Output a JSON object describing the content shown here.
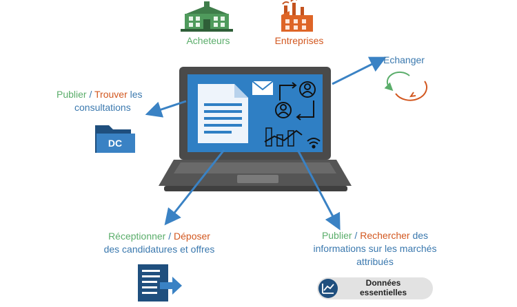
{
  "top": {
    "buyers_label": "Acheteurs",
    "companies_label": "Entreprises"
  },
  "publish_consult": {
    "verb_a": "Publier",
    "sep": " / ",
    "verb_b": "Trouver",
    "rest_1": " les",
    "line2": "consultations",
    "folder_text": "DC"
  },
  "exchange": {
    "label": "Echanger"
  },
  "receive": {
    "verb_a": "Réceptionner",
    "sep": " / ",
    "verb_b": "Déposer",
    "line2": "des candidatures et offres"
  },
  "publish_info": {
    "verb_a": "Publier",
    "sep": " / ",
    "verb_b": "Rechercher",
    "rest_1": " des",
    "line2": "informations sur les marchés",
    "line3": "attribués"
  },
  "badge": {
    "line1": "Données",
    "line2": "essentielles"
  },
  "colors": {
    "green": "#5aad6a",
    "orange": "#d2571f",
    "blue": "#3a78ae",
    "laptop_frame": "#4a4a4a",
    "screen": "#2f7fc4"
  }
}
